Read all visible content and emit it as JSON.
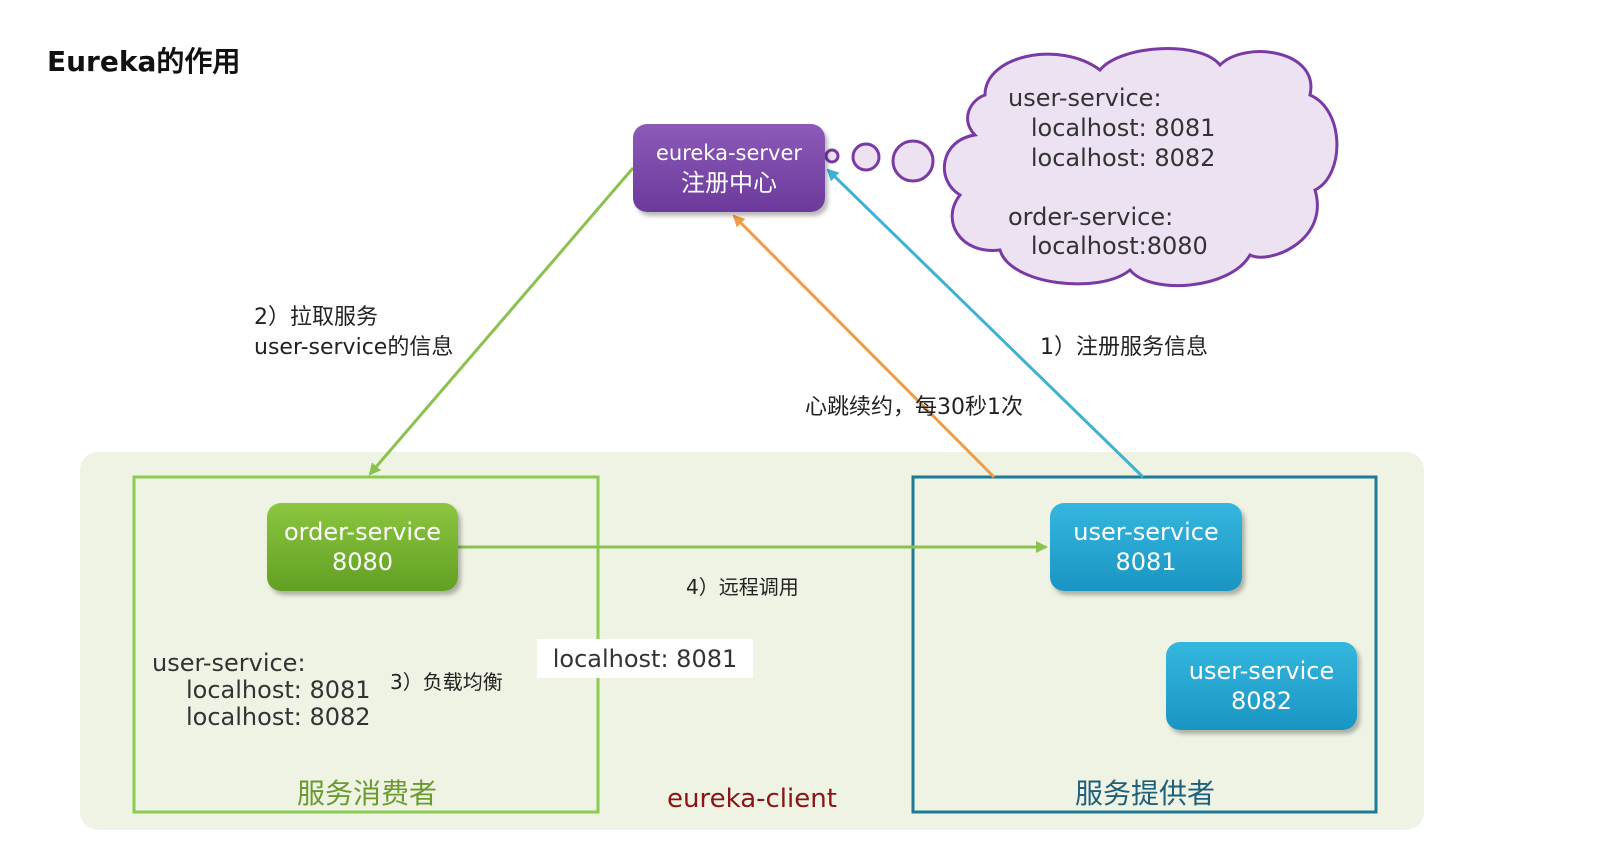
{
  "title": "Eureka的作用",
  "eureka_server": {
    "name": "eureka-server",
    "subtitle": "注册中心"
  },
  "registry_cloud": {
    "lines": [
      "user-service:",
      "   localhost: 8081",
      "   localhost: 8082",
      "",
      "order-service:",
      "   localhost:8080"
    ]
  },
  "arrows": {
    "pull_line1": "2）拉取服务",
    "pull_line2": "user-service的信息",
    "register": "1）注册服务信息",
    "heartbeat": "心跳续约，每30秒1次",
    "remote_call": "4）远程调用",
    "load_balance": "3）负载均衡"
  },
  "consumer_group": {
    "label": "服务消费者",
    "service": {
      "name": "order-service",
      "port": "8080"
    },
    "list_header": "user-service:",
    "list_items": [
      "localhost: 8081",
      "localhost: 8082"
    ],
    "selected": "localhost: 8081"
  },
  "provider_group": {
    "label": "服务提供者",
    "services": [
      {
        "name": "user-service",
        "port": "8081"
      },
      {
        "name": "user-service",
        "port": "8082"
      }
    ]
  },
  "client_area_label": "eureka-client",
  "colors": {
    "eureka_purple": "#7b4aaa",
    "consumer_green": "#7ab83a",
    "provider_blue": "#2aa8d6",
    "heartbeat_orange": "#f4a04b",
    "client_area": "#eef3e4",
    "client_label": "#8b1414"
  }
}
